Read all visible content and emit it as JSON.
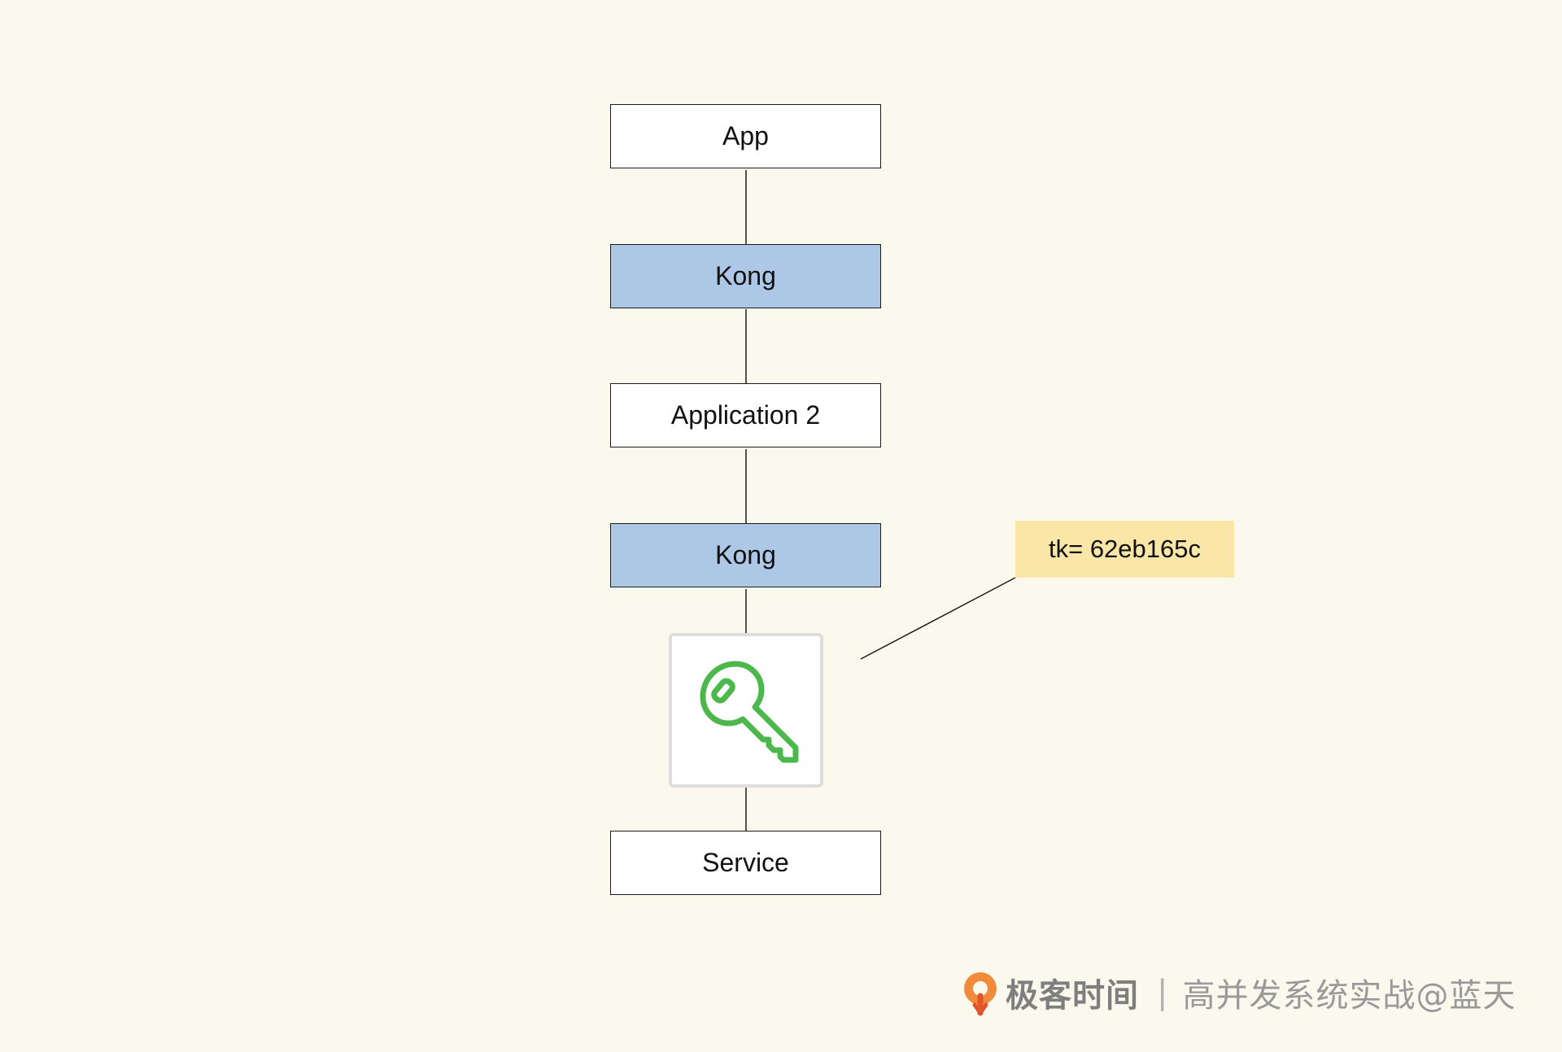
{
  "diagram": {
    "nodes": [
      {
        "id": "app",
        "label": "App",
        "kind": "plain"
      },
      {
        "id": "kong-1",
        "label": "Kong",
        "kind": "gateway"
      },
      {
        "id": "application-2",
        "label": "Application 2",
        "kind": "plain"
      },
      {
        "id": "kong-2",
        "label": "Kong",
        "kind": "gateway"
      },
      {
        "id": "key",
        "label": "",
        "kind": "key-icon"
      },
      {
        "id": "service",
        "label": "Service",
        "kind": "plain"
      }
    ],
    "token_note": {
      "text": "tk= 62eb165c"
    },
    "colors": {
      "background": "#fbf9ee",
      "gateway_fill": "#adc8e7",
      "note_fill": "#fae6a6",
      "key_icon": "#4cb84b"
    }
  },
  "footer": {
    "logo_icon": "geektime-logo-icon",
    "brand": "极客时间",
    "separator": "|",
    "course": "高并发系统实战@蓝天"
  }
}
